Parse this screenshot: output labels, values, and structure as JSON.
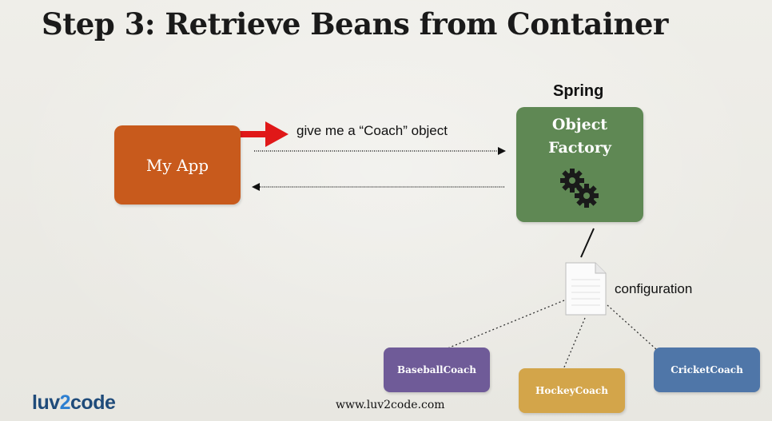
{
  "title": "Step 3: Retrieve Beans from Container",
  "my_app": {
    "label": "My App"
  },
  "spring": {
    "header": "Spring",
    "factory_label": "Object\nFactory"
  },
  "request": {
    "label": "give me a “Coach” object"
  },
  "configuration": {
    "label": "configuration"
  },
  "coaches": [
    {
      "label": "BaseballCoach",
      "color": "#6f5b98"
    },
    {
      "label": "HockeyCoach",
      "color": "#d3a54a"
    },
    {
      "label": "CricketCoach",
      "color": "#4f76a8"
    }
  ],
  "footer": {
    "url": "www.luv2code.com",
    "logo_part1": "luv",
    "logo_part2": "2",
    "logo_part3": "code"
  },
  "colors": {
    "my_app": "#c85a1c",
    "object_factory": "#5f8854",
    "pointer_arrow": "#e01818"
  },
  "icons": [
    "gears-icon",
    "document-icon",
    "red-pointer-arrow"
  ]
}
